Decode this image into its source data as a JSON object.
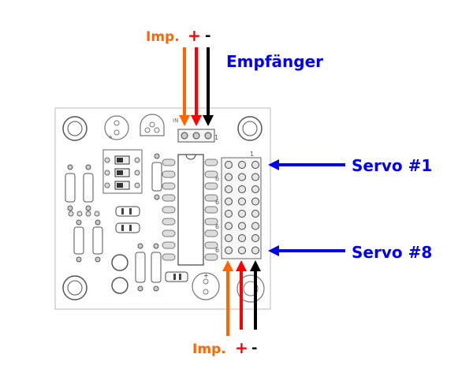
{
  "receiver": {
    "label": "Empfänger",
    "imp_label": "Imp.",
    "plus_label": "+",
    "minus_label": "-"
  },
  "servo": {
    "first_label": "Servo #1",
    "last_label": "Servo #8",
    "imp_label": "Imp.",
    "plus_label": "+",
    "minus_label": "-"
  },
  "pcb": {
    "in_label": "IN",
    "pin1_label": "1",
    "header_num_top": "1",
    "header_num_bottom": "6",
    "plus_mark": "+",
    "minus_mark": "-"
  },
  "colors": {
    "signal": "#ff6600",
    "plus": "#ff0000",
    "minus": "#000000",
    "label_blue": "#0000ee",
    "arrow_blue": "#0000ee"
  }
}
